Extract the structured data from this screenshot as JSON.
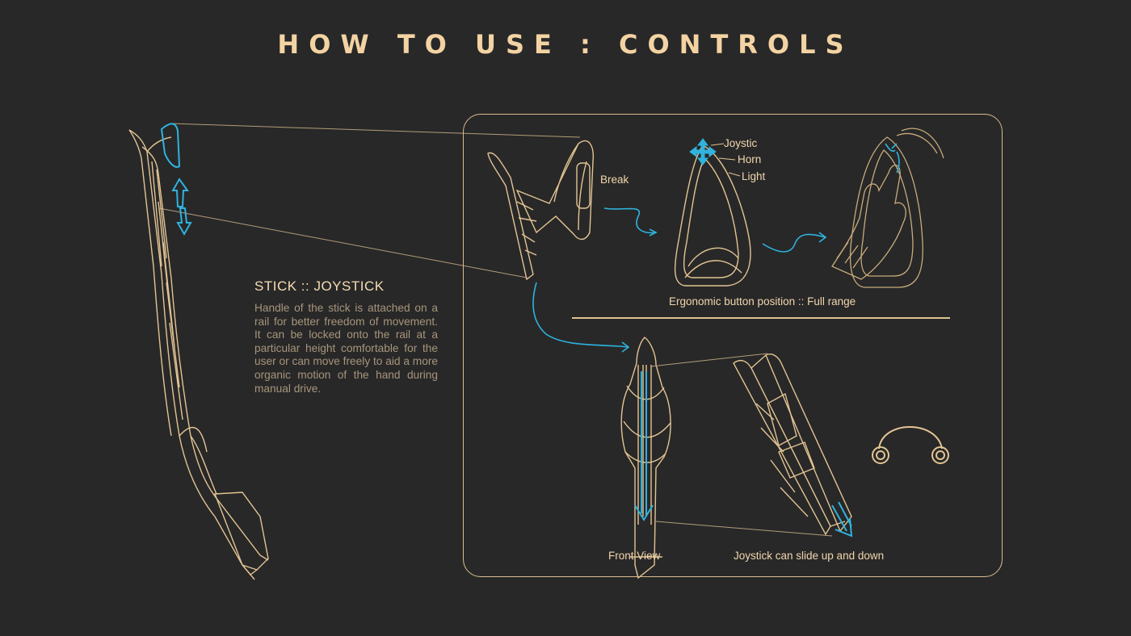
{
  "title": "HOW TO USE : CONTROLS",
  "section": {
    "heading": "STICK :: JOYSTICK",
    "body": "Handle of the stick is attached on a rail for better freedom of movement. It can be locked onto the rail at a particular height comfortable for the user or can move freely to aid a more organic motion of the hand during manual drive."
  },
  "labels": {
    "break": "Break",
    "joystic": "Joystic",
    "horn": "Horn",
    "light": "Light",
    "ergonomic": "Ergonomic button position :: Full range",
    "front_view": "Front View",
    "slide": "Joystick can slide up and down"
  },
  "colors": {
    "background": "#282828",
    "sketch": "#e3c493",
    "accent": "#2fb3df",
    "title": "#f4d3a3",
    "body_text": "#a7957c"
  }
}
